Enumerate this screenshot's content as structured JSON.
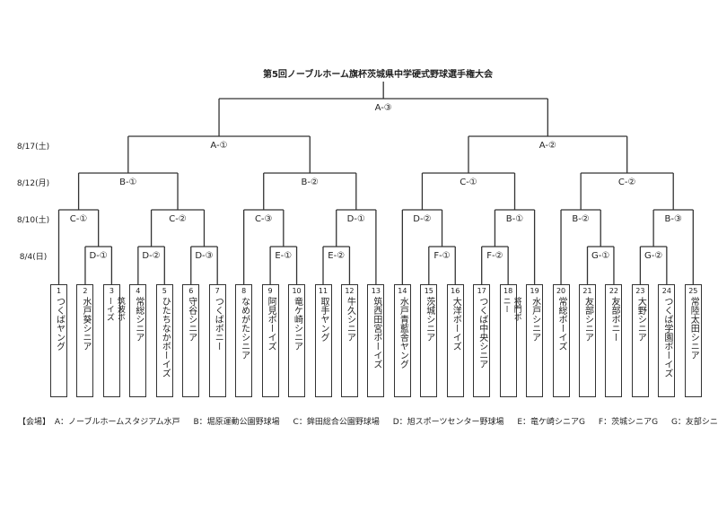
{
  "title": "第5回ノーブルホーム旗杯茨城県中学硬式野球選手権大会",
  "dates": [
    "8/17(土)",
    "8/12(月)",
    "8/10(土)",
    "8/4(日)"
  ],
  "teams": [
    {
      "no": "1",
      "name": "つくばヤング"
    },
    {
      "no": "2",
      "name": "水戸葵シニア"
    },
    {
      "no": "3",
      "name": "筑波ボーイズ"
    },
    {
      "no": "4",
      "name": "常総シニア"
    },
    {
      "no": "5",
      "name": "ひたちなかボーイズ"
    },
    {
      "no": "6",
      "name": "守谷シニア"
    },
    {
      "no": "7",
      "name": "つくばボニー"
    },
    {
      "no": "8",
      "name": "なめがたシニア"
    },
    {
      "no": "9",
      "name": "阿見ボーイズ"
    },
    {
      "no": "10",
      "name": "竜ケ崎シニア"
    },
    {
      "no": "11",
      "name": "取手ヤング"
    },
    {
      "no": "12",
      "name": "牛久シニア"
    },
    {
      "no": "13",
      "name": "筑西田宮ボーイズ"
    },
    {
      "no": "14",
      "name": "水戸青藍舎ヤング"
    },
    {
      "no": "15",
      "name": "茨城シニア"
    },
    {
      "no": "16",
      "name": "大洋ボーイズ"
    },
    {
      "no": "17",
      "name": "つくば中央シニア"
    },
    {
      "no": "18",
      "name": "将門ボニー"
    },
    {
      "no": "19",
      "name": "水戸シニア"
    },
    {
      "no": "20",
      "name": "常総ボーイズ"
    },
    {
      "no": "21",
      "name": "友部シニア"
    },
    {
      "no": "22",
      "name": "友部ボニー"
    },
    {
      "no": "23",
      "name": "大野シニア"
    },
    {
      "no": "24",
      "name": "つくば学園ボーイズ"
    },
    {
      "no": "25",
      "name": "常陸太田シニア"
    }
  ],
  "bracket": {
    "label": "A-③",
    "level": 0,
    "children": [
      {
        "label": "A-①",
        "level": 1,
        "children": [
          {
            "label": "B-①",
            "level": 2,
            "children": [
              {
                "label": "C-①",
                "level": 3,
                "children": [
                  1,
                  {
                    "label": "D-①",
                    "level": 4,
                    "children": [
                      2,
                      3
                    ]
                  }
                ]
              },
              {
                "label": "C-②",
                "level": 3,
                "children": [
                  {
                    "label": "D-②",
                    "level": 4,
                    "children": [
                      4,
                      5
                    ]
                  },
                  {
                    "label": "D-③",
                    "level": 4,
                    "children": [
                      6,
                      7
                    ]
                  }
                ]
              }
            ]
          },
          {
            "label": "B-②",
            "level": 2,
            "children": [
              {
                "label": "C-③",
                "level": 3,
                "children": [
                  8,
                  {
                    "label": "E-①",
                    "level": 4,
                    "children": [
                      9,
                      10
                    ]
                  }
                ]
              },
              {
                "label": "D-①",
                "level": 3,
                "children": [
                  {
                    "label": "E-②",
                    "level": 4,
                    "children": [
                      11,
                      12
                    ]
                  },
                  13
                ]
              }
            ]
          }
        ]
      },
      {
        "label": "A-②",
        "level": 1,
        "children": [
          {
            "label": "C-①",
            "level": 2,
            "children": [
              {
                "label": "D-②",
                "level": 3,
                "children": [
                  14,
                  {
                    "label": "F-①",
                    "level": 4,
                    "children": [
                      15,
                      16
                    ]
                  }
                ]
              },
              {
                "label": "B-①",
                "level": 3,
                "children": [
                  {
                    "label": "F-②",
                    "level": 4,
                    "children": [
                      17,
                      18
                    ]
                  },
                  19
                ]
              }
            ]
          },
          {
            "label": "C-②",
            "level": 2,
            "children": [
              {
                "label": "B-②",
                "level": 3,
                "children": [
                  20,
                  {
                    "label": "G-①",
                    "level": 4,
                    "children": [
                      21,
                      22
                    ]
                  }
                ]
              },
              {
                "label": "B-③",
                "level": 3,
                "children": [
                  {
                    "label": "G-②",
                    "level": 4,
                    "children": [
                      23,
                      24
                    ]
                  },
                  25
                ]
              }
            ]
          }
        ]
      }
    ]
  },
  "venues_heading": "【会場】",
  "venues": [
    "A：ノーブルホームスタジアム水戸",
    "B：堀原運動公園野球場",
    "C：鉾田総合公園野球場",
    "D：旭スポーツセンター野球場",
    "E：竜ケ崎シニアG",
    "F：茨城シニアG",
    "G：友部シニアG"
  ]
}
